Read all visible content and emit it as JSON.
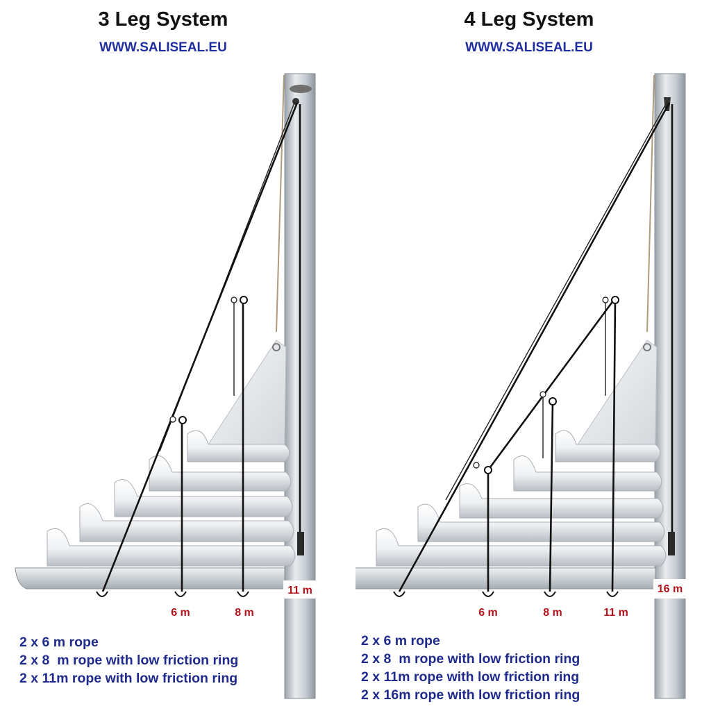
{
  "panels": [
    {
      "id": "3-leg",
      "title": "3 Leg System",
      "url": "WWW.SALISEAL.EU",
      "leg_labels": [
        "6 m",
        "8 m"
      ],
      "mast_label": "11 m",
      "ropes": [
        "2 x 6 m rope",
        "2 x 8  m rope with low friction ring",
        "2 x 11m rope with low friction ring"
      ]
    },
    {
      "id": "4-leg",
      "title": "4 Leg System",
      "url": "WWW.SALISEAL.EU",
      "leg_labels": [
        "6 m",
        "8 m",
        "11 m"
      ],
      "mast_label": "16 m",
      "ropes": [
        "2 x 6 m rope",
        "2 x 8  m rope with low friction ring",
        "2 x 11m rope with low friction ring",
        "2 x 16m rope with low friction ring"
      ]
    }
  ],
  "colors": {
    "title": "#111111",
    "url": "#1f2fa0",
    "rope_text": "#1f2b8c",
    "length_label": "#b3141c",
    "mast": "#c9ced3",
    "rope": "#111111"
  }
}
